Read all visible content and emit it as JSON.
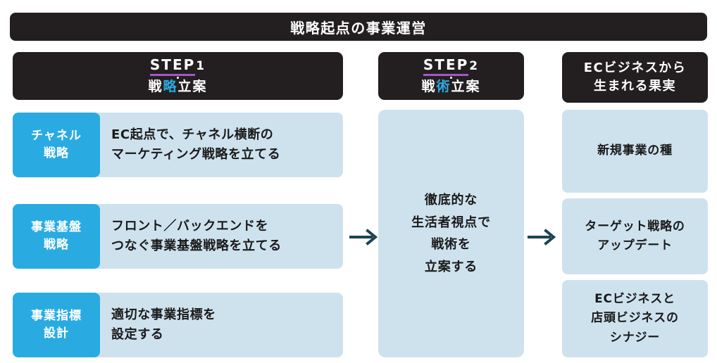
{
  "title": "戦略起点の事業運営",
  "columns": {
    "step1": {
      "step_word": "STEP",
      "step_num": "1",
      "sub_before": "戦",
      "sub_highlight": "略",
      "sub_after": "立案"
    },
    "step2": {
      "step_word": "STEP",
      "step_num": "2",
      "sub_before": "戦",
      "sub_highlight": "術",
      "sub_after": "立案"
    },
    "results_header": {
      "line1": "ECビジネスから",
      "line2": "生まれる果実"
    }
  },
  "step1_rows": [
    {
      "badge_line1": "チャネル",
      "badge_line2": "戦略",
      "body_line1": "EC起点で、チャネル横断の",
      "body_line2": "マーケティング戦略を立てる"
    },
    {
      "badge_line1": "事業基盤",
      "badge_line2": "戦略",
      "body_line1": "フロント／バックエンドを",
      "body_line2": "つなぐ事業基盤戦略を立てる"
    },
    {
      "badge_line1": "事業指標",
      "badge_line2": "設計",
      "body_line1": "適切な事業指標を",
      "body_line2": "設定する"
    }
  ],
  "step2_panel": {
    "line1": "徹底的な",
    "line2": "生活者視点で",
    "line3": "戦術を",
    "line4": "立案する"
  },
  "result_cards": [
    {
      "line1": "新規事業の種",
      "line2": "",
      "line3": ""
    },
    {
      "line1": "ターゲット戦略の",
      "line2": "アップデート",
      "line3": ""
    },
    {
      "line1": "ECビジネスと",
      "line2": "店頭ビジネスの",
      "line3": "シナジー"
    }
  ],
  "colors": {
    "dark": "#231f20",
    "cyan": "#29abe2",
    "light_blue": "#cee2ee",
    "purple_underline": "#a855c8",
    "arrow": "#1d4453"
  }
}
